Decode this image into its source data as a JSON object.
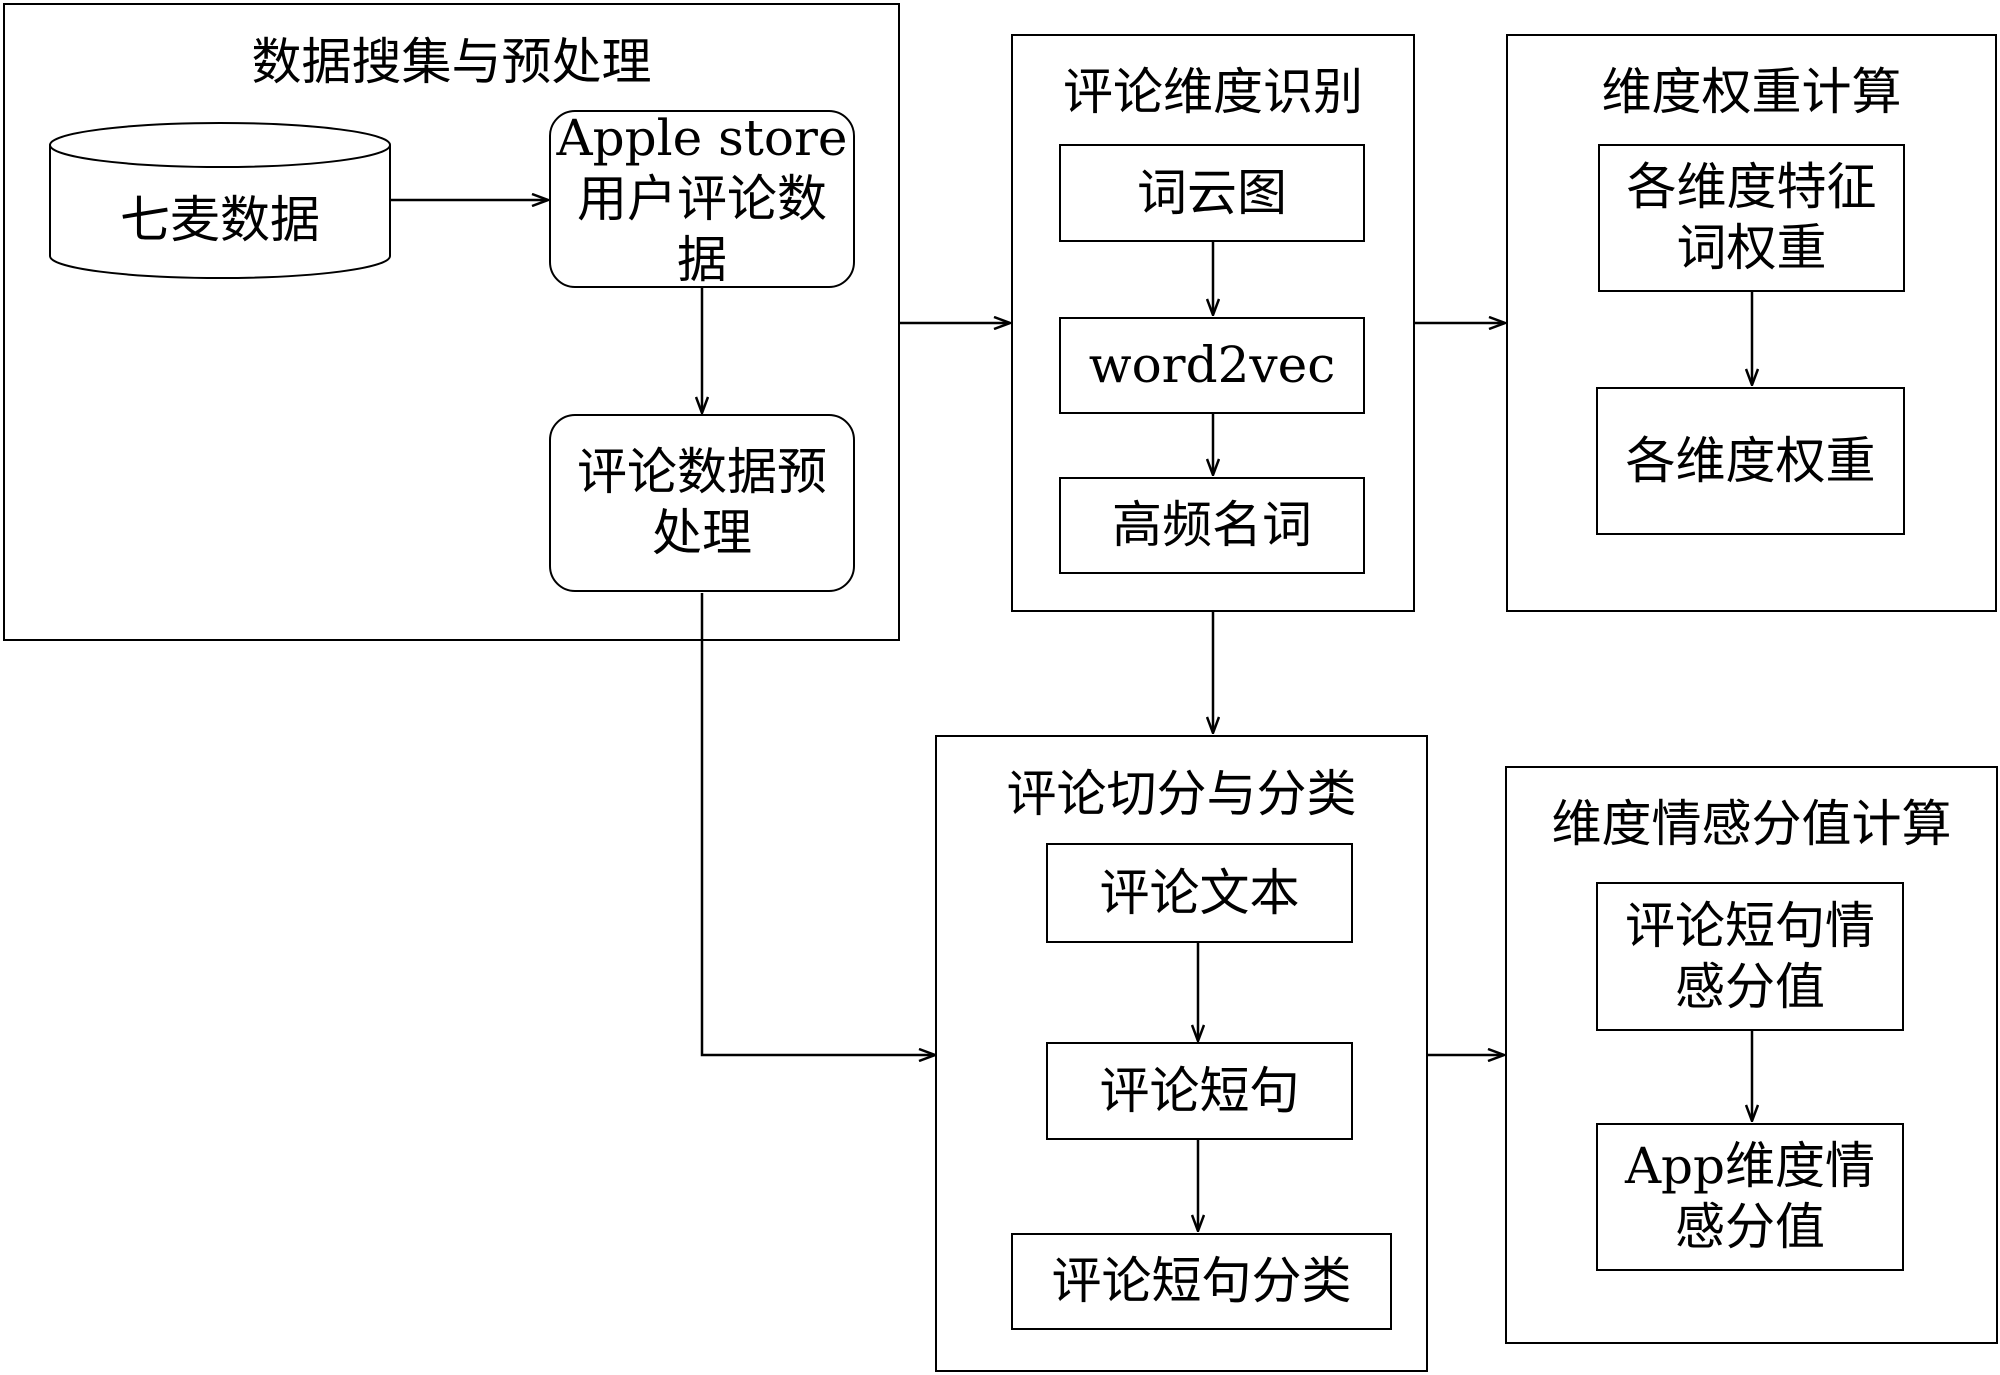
{
  "groups": {
    "collect": {
      "title": "数据搜集与预处理"
    },
    "identify": {
      "title": "评论维度识别"
    },
    "weight": {
      "title": "维度权重计算"
    },
    "split": {
      "title": "评论切分与分类"
    },
    "sentiment": {
      "title": "维度情感分值计算"
    }
  },
  "nodes": {
    "qimai": "七麦数据",
    "apple_store": "Apple store\n用户评论数\n据",
    "preprocess": "评论数据预\n处理",
    "wordcloud": "词云图",
    "word2vec": "word2vec",
    "high_freq_nouns": "高频名词",
    "feature_word_weight": "各维度特征\n词权重",
    "dimension_weight": "各维度权重",
    "review_text": "评论文本",
    "short_sentence": "评论短句",
    "short_sentence_class": "评论短句分类",
    "short_sentence_score": "评论短句情\n感分值",
    "app_dimension_score": "App维度情\n感分值"
  }
}
